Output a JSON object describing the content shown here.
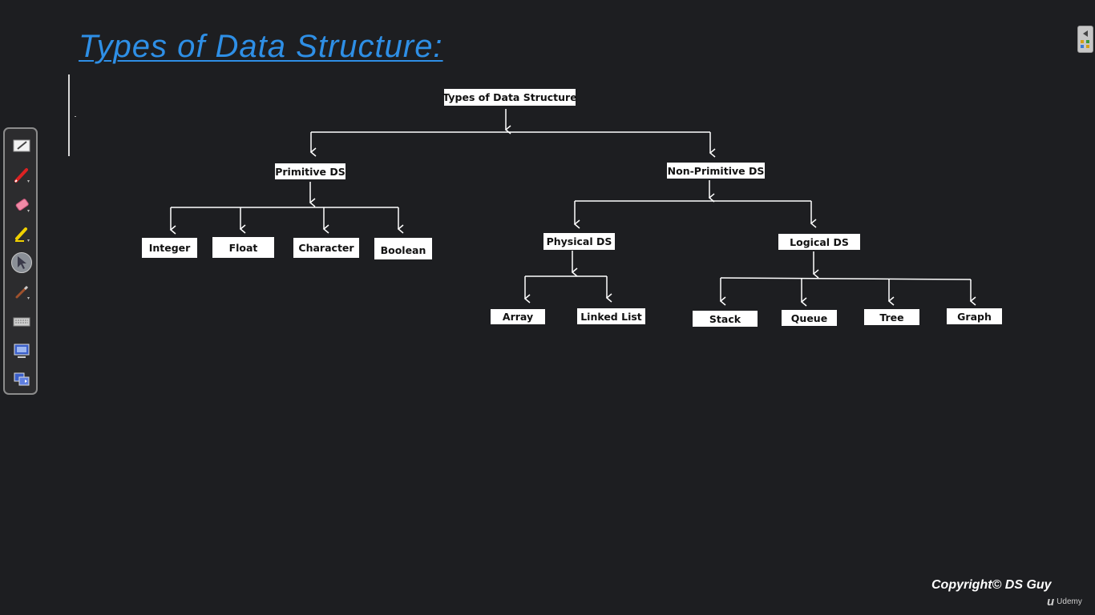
{
  "page": {
    "title": "Types of Data Structure:"
  },
  "toolbar": {
    "tools": [
      {
        "icon": "whiteboard-icon"
      },
      {
        "icon": "pen-icon"
      },
      {
        "icon": "eraser-icon"
      },
      {
        "icon": "highlighter-icon"
      },
      {
        "icon": "pointer-icon"
      },
      {
        "icon": "brush-icon"
      },
      {
        "icon": "keyboard-icon"
      },
      {
        "icon": "screen-capture-icon"
      },
      {
        "icon": "switch-screen-icon"
      }
    ]
  },
  "diagram": {
    "root": "Types of Data Structure",
    "primitive": "Primitive DS",
    "non_primitive": "Non-Primitive DS",
    "primitive_children": [
      "Integer",
      "Float",
      "Character",
      "Boolean"
    ],
    "physical": "Physical DS",
    "logical": "Logical DS",
    "physical_children": [
      "Array",
      "Linked List"
    ],
    "logical_children": [
      "Stack",
      "Queue",
      "Tree",
      "Graph"
    ]
  },
  "footer": {
    "copyright": "Copyright© DS Guy",
    "brand": "Udemy"
  },
  "colors": {
    "background": "#1d1e21",
    "title": "#2e8fe6",
    "node": "#ffffff"
  }
}
